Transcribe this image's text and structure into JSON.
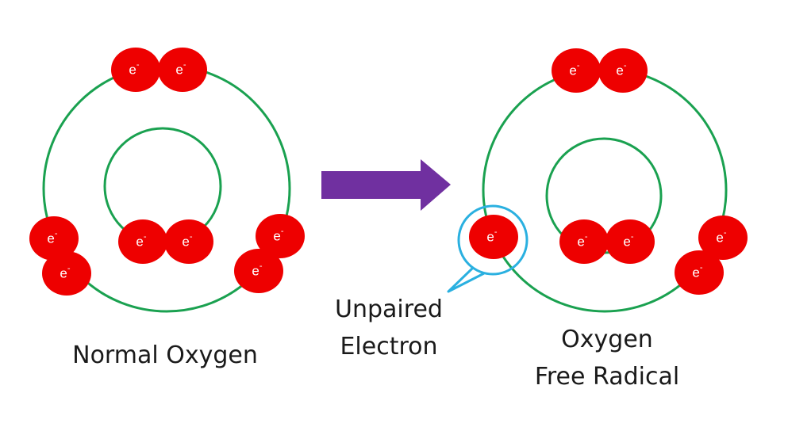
{
  "colors": {
    "orbit": "#1aa150",
    "electron": "#ee0000",
    "electron_text": "#ffffff",
    "arrow": "#7030a0",
    "callout": "#2ab0e0"
  },
  "electron": {
    "symbol": "e",
    "charge": "-"
  },
  "normal_oxygen": {
    "label": "Normal Oxygen",
    "electron_count": 8
  },
  "free_radical": {
    "label_line1": "Oxygen",
    "label_line2": "Free Radical",
    "electron_count": 7
  },
  "callout": {
    "line1": "Unpaired",
    "line2": "Electron"
  },
  "arrow": {
    "direction": "right"
  }
}
